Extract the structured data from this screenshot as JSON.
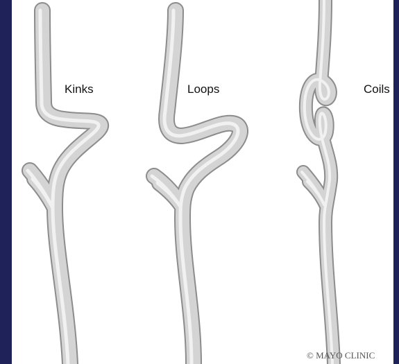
{
  "labels": {
    "kinks": "Kinks",
    "loops": "Loops",
    "coils": "Coils"
  },
  "copyright": "© MAYO CLINIC",
  "colors": {
    "frame": "#1e2258",
    "background": "#ffffff",
    "vessel": "#d4d4d4",
    "vessel_outline": "#8c8c8c",
    "vessel_highlight": "#f1f1f1"
  }
}
